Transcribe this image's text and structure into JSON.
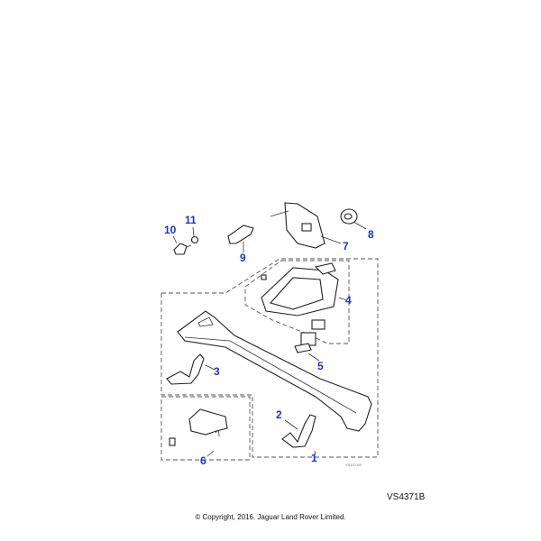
{
  "diagram": {
    "title_ref": "VS4371B",
    "figure_code": "VS4371/B",
    "callouts": [
      "1",
      "2",
      "3",
      "4",
      "5",
      "6",
      "7",
      "8",
      "9",
      "10",
      "11"
    ],
    "callout_color": "#1a2fe0"
  },
  "footer": {
    "copyright": "© Copyright, 2016. Jaguar Land Rover Limited."
  }
}
